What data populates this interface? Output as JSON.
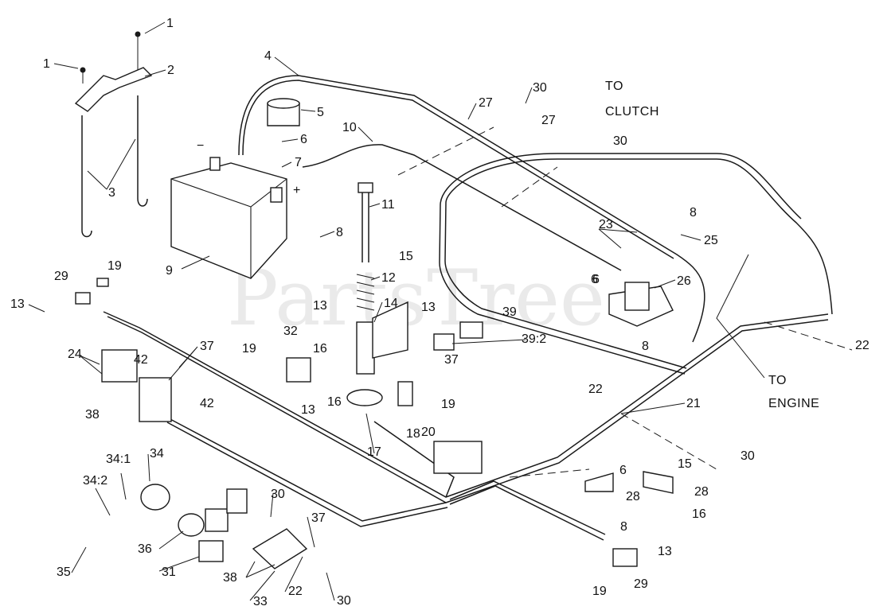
{
  "watermark": "PartsTree",
  "captions": {
    "to_clutch_1": "TO",
    "to_clutch_2": "CLUTCH",
    "to_engine_1": "TO",
    "to_engine_2": "ENGINE",
    "battery_neg": "−",
    "battery_pos": "+"
  },
  "callouts": [
    {
      "label": "1"
    },
    {
      "label": "1"
    },
    {
      "label": "2"
    },
    {
      "label": "3"
    },
    {
      "label": "4"
    },
    {
      "label": "5"
    },
    {
      "label": "6"
    },
    {
      "label": "7"
    },
    {
      "label": "8"
    },
    {
      "label": "9"
    },
    {
      "label": "10"
    },
    {
      "label": "11"
    },
    {
      "label": "12"
    },
    {
      "label": "13"
    },
    {
      "label": "13"
    },
    {
      "label": "13"
    },
    {
      "label": "13"
    },
    {
      "label": "13"
    },
    {
      "label": "14"
    },
    {
      "label": "15"
    },
    {
      "label": "15"
    },
    {
      "label": "16"
    },
    {
      "label": "16"
    },
    {
      "label": "16"
    },
    {
      "label": "17"
    },
    {
      "label": "18"
    },
    {
      "label": "19"
    },
    {
      "label": "19"
    },
    {
      "label": "19"
    },
    {
      "label": "19"
    },
    {
      "label": "20"
    },
    {
      "label": "21"
    },
    {
      "label": "22"
    },
    {
      "label": "22"
    },
    {
      "label": "22"
    },
    {
      "label": "23"
    },
    {
      "label": "24"
    },
    {
      "label": "25"
    },
    {
      "label": "26"
    },
    {
      "label": "27"
    },
    {
      "label": "27"
    },
    {
      "label": "28"
    },
    {
      "label": "28"
    },
    {
      "label": "29"
    },
    {
      "label": "29"
    },
    {
      "label": "30"
    },
    {
      "label": "30"
    },
    {
      "label": "30"
    },
    {
      "label": "30"
    },
    {
      "label": "30"
    },
    {
      "label": "31"
    },
    {
      "label": "32"
    },
    {
      "label": "33"
    },
    {
      "label": "34"
    },
    {
      "label": "34:1"
    },
    {
      "label": "34:2"
    },
    {
      "label": "35"
    },
    {
      "label": "36"
    },
    {
      "label": "37"
    },
    {
      "label": "37"
    },
    {
      "label": "37"
    },
    {
      "label": "38"
    },
    {
      "label": "38"
    },
    {
      "label": "39"
    },
    {
      "label": "39:2"
    },
    {
      "label": "42"
    },
    {
      "label": "42"
    },
    {
      "label": "6"
    },
    {
      "label": "6"
    },
    {
      "label": "6"
    },
    {
      "label": "8"
    },
    {
      "label": "8"
    },
    {
      "label": "8"
    }
  ]
}
